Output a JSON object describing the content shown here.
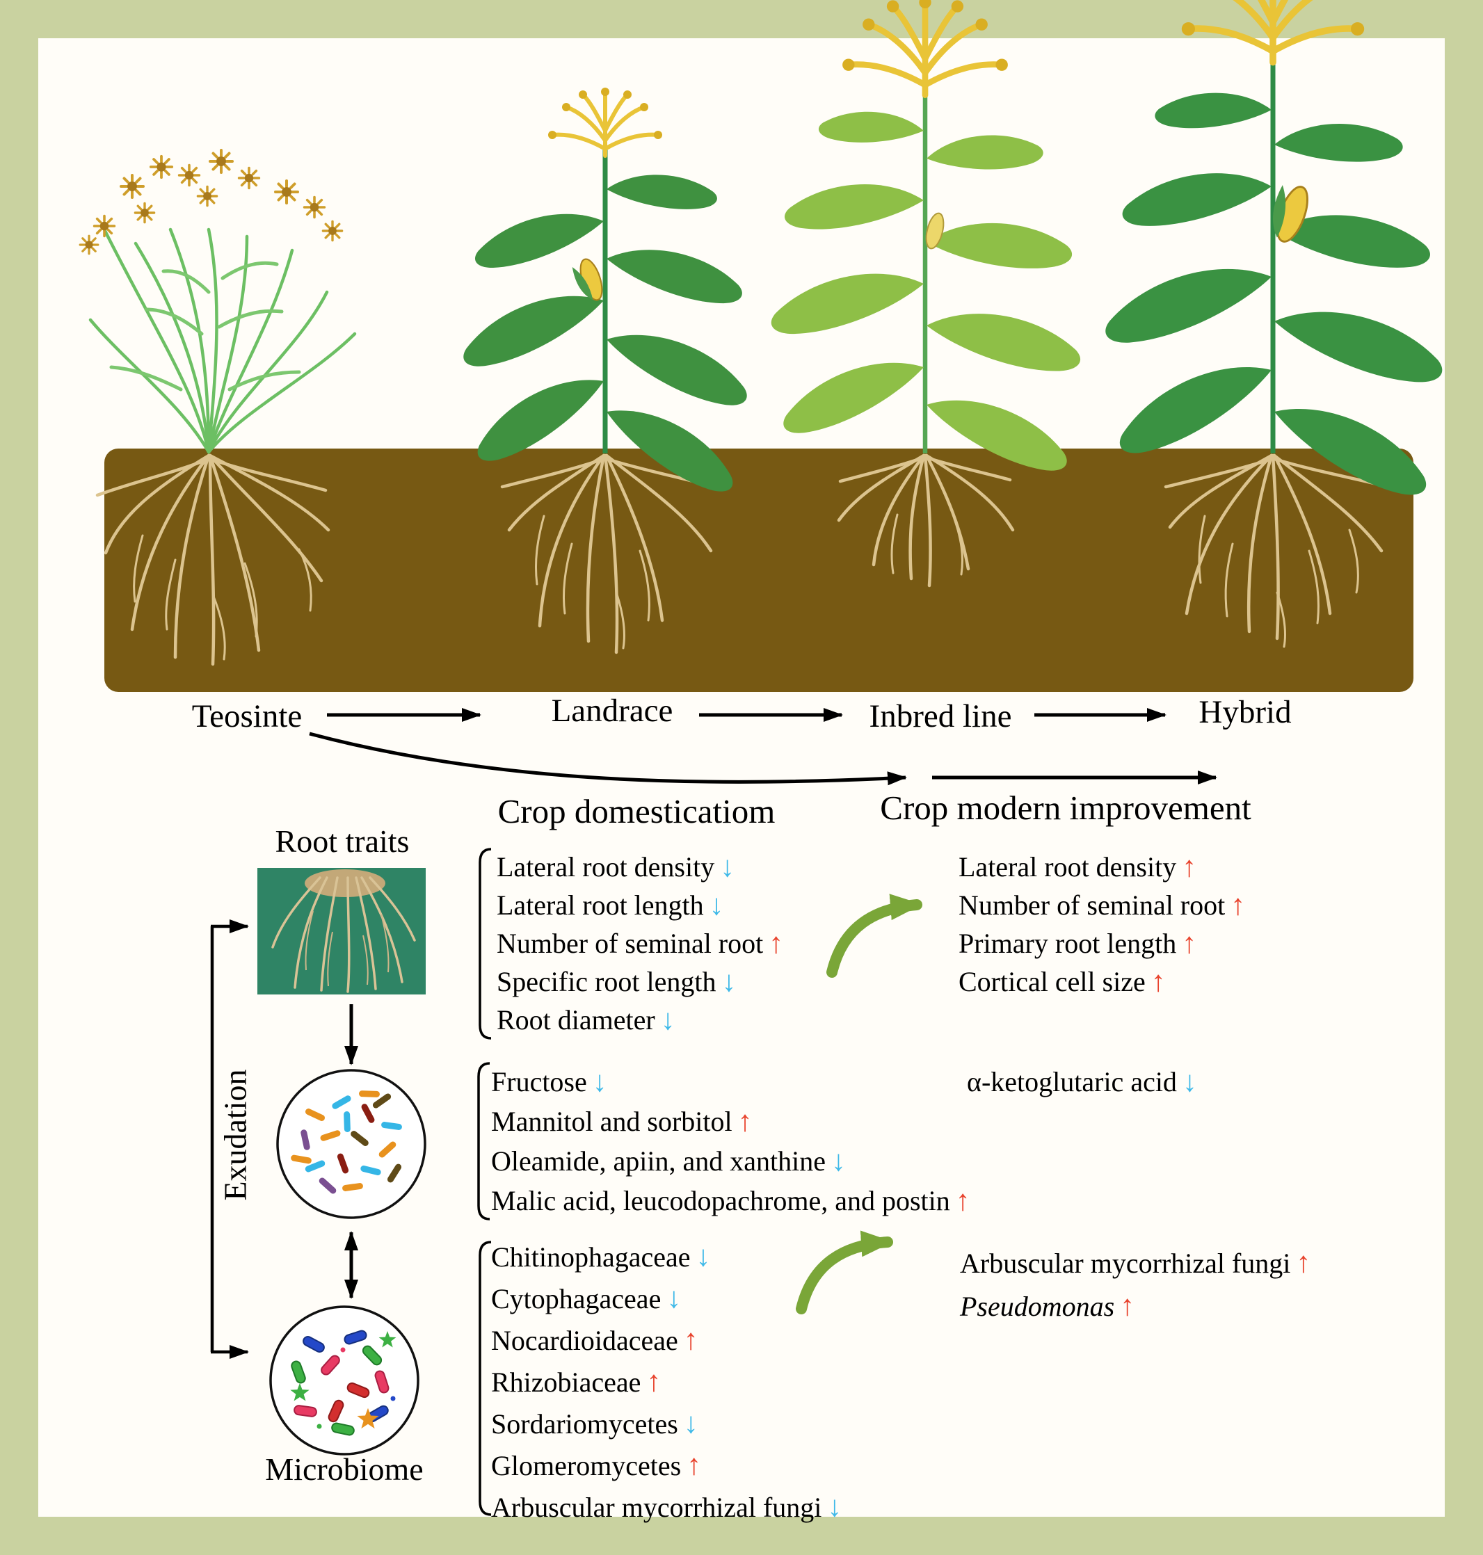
{
  "figure": {
    "stages": [
      "Teosinte",
      "Landrace",
      "Inbred line",
      "Hybrid"
    ],
    "phase_domestication": "Crop domesticatiom",
    "phase_improvement": "Crop modern improvement",
    "root_traits_label": "Root traits",
    "exudation_label": "Exudation",
    "microbiome_label": "Microbiome"
  },
  "domestication": {
    "root_traits": [
      {
        "text": "Lateral root density",
        "dir": "down"
      },
      {
        "text": "Lateral root length",
        "dir": "down"
      },
      {
        "text": "Number of seminal root",
        "dir": "up"
      },
      {
        "text": "Specific root length",
        "dir": "down"
      },
      {
        "text": "Root diameter",
        "dir": "down"
      }
    ],
    "exudation": [
      {
        "text": "Fructose",
        "dir": "down"
      },
      {
        "text": "Mannitol and sorbitol",
        "dir": "up"
      },
      {
        "text": "Oleamide, apiin, and xanthine",
        "dir": "down"
      },
      {
        "text": "Malic acid, leucodopachrome, and postin",
        "dir": "up"
      }
    ],
    "microbiome": [
      {
        "text": "Chitinophagaceae",
        "dir": "down"
      },
      {
        "text": "Cytophagaceae",
        "dir": "down"
      },
      {
        "text": "Nocardioidaceae",
        "dir": "up"
      },
      {
        "text": "Rhizobiaceae",
        "dir": "up"
      },
      {
        "text": "Sordariomycetes",
        "dir": "down"
      },
      {
        "text": "Glomeromycetes",
        "dir": "up"
      },
      {
        "text": "Arbuscular mycorrhizal fungi",
        "dir": "down"
      }
    ]
  },
  "improvement": {
    "root_traits": [
      {
        "text": "Lateral root density",
        "dir": "up"
      },
      {
        "text": "Number of seminal root",
        "dir": "up"
      },
      {
        "text": "Primary root length",
        "dir": "up"
      },
      {
        "text": "Cortical cell size",
        "dir": "up"
      }
    ],
    "exudation": [
      {
        "text": "α-ketoglutaric acid",
        "dir": "down"
      }
    ],
    "microbiome": [
      {
        "text": "Arbuscular mycorrhizal fungi",
        "dir": "up"
      },
      {
        "text": "Pseudomonas",
        "dir": "up",
        "italic": true
      }
    ]
  },
  "colors": {
    "increase": "#e8432d",
    "decrease": "#3fb9e8",
    "soil": "#775913",
    "root": "#dcc48f",
    "green_arrow": "#7aa638",
    "background": "#c9d2a0"
  }
}
